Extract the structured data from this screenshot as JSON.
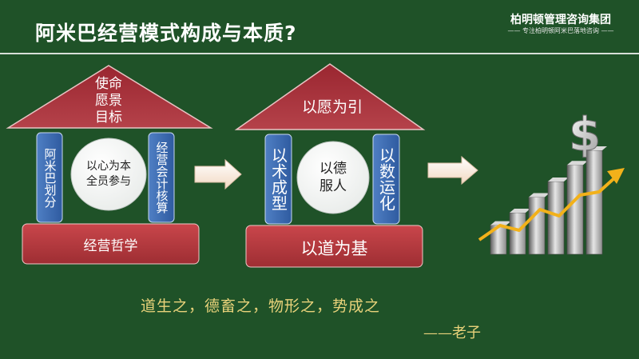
{
  "title": "阿米巴经营模式构成与本质?",
  "brand": {
    "name": "柏明顿管理咨询集团",
    "tagline": "—— 专注柏明顿阿米巴落地咨询 ——"
  },
  "left_house": {
    "roof_lines": [
      "使命",
      "愿景",
      "目标"
    ],
    "left_pillar": "阿米巴划分",
    "right_pillar": "经营会计核算",
    "center_circle": [
      "以心为本",
      "全员参与"
    ],
    "base": "经营哲学"
  },
  "right_house": {
    "roof": "以愿为引",
    "left_pillar": "以术成型",
    "right_pillar": "以数运化",
    "center_circle": [
      "以德",
      "服人"
    ],
    "base": "以道为基"
  },
  "growth_chart": {
    "icon": "dollar-sign-icon",
    "bar_levels": [
      0.28,
      0.4,
      0.55,
      0.7,
      0.86,
      1.0
    ]
  },
  "quote": {
    "text": "道生之，德畜之，物形之，势成之",
    "author": "——老子"
  },
  "colors": {
    "background": "#1f5228",
    "roof": "#a8313a",
    "pillar": "#3d6bb3",
    "base": "#b53a3f",
    "quote": "#e8d27a"
  }
}
